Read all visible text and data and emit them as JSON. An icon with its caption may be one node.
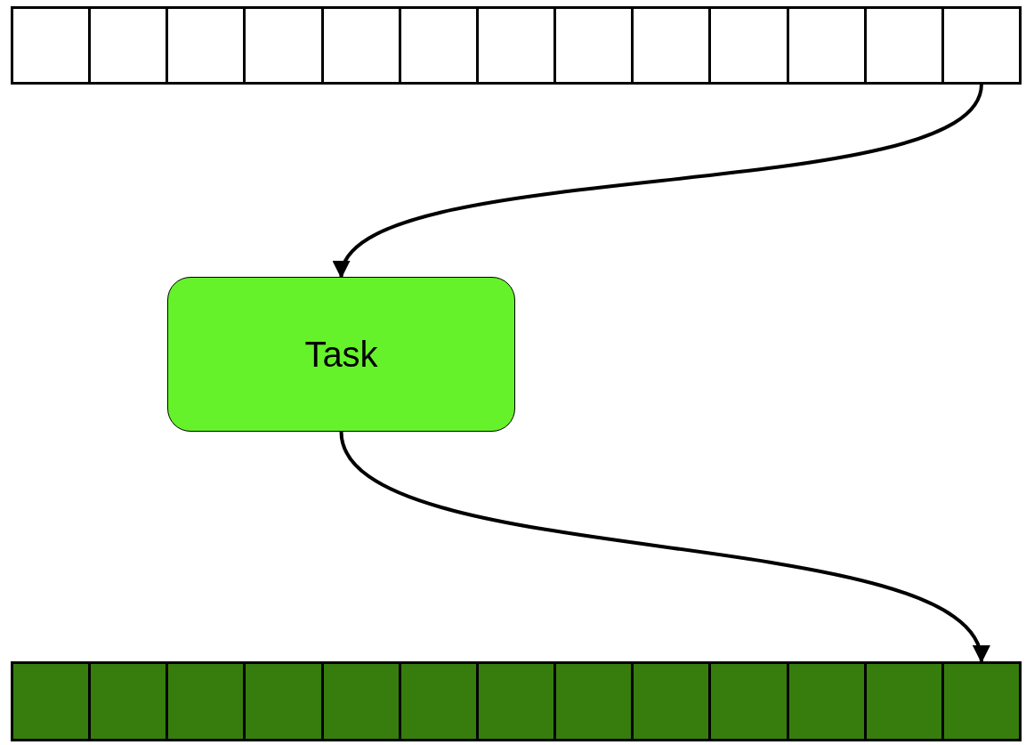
{
  "diagram": {
    "nodes": [
      {
        "text": [],
        "shape": "box"
      },
      {
        "text": [],
        "shape": "box"
      },
      {
        "text": [],
        "shape": "box"
      },
      {
        "text": [],
        "shape": "box"
      },
      {
        "text": [],
        "shape": "box"
      },
      {
        "text": [],
        "shape": "box"
      },
      {
        "text": [],
        "shape": "box"
      },
      {
        "text": [],
        "shape": "box"
      },
      {
        "text": [],
        "shape": "box"
      },
      {
        "text": [],
        "shape": "box"
      },
      {
        "text": [],
        "shape": "box"
      },
      {
        "text": [],
        "shape": "box"
      },
      {
        "text": [],
        "shape": "box"
      },
      {
        "text": [
          "Task"
        ]
      },
      {
        "text": [],
        "shape": "box"
      },
      {
        "text": [],
        "shape": "box"
      },
      {
        "text": [],
        "shape": "box"
      },
      {
        "text": [],
        "shape": "box"
      },
      {
        "text": [],
        "shape": "box"
      },
      {
        "text": [],
        "shape": "box"
      },
      {
        "text": [],
        "shape": "box"
      },
      {
        "text": [],
        "shape": "box"
      },
      {
        "text": [],
        "shape": "box"
      },
      {
        "text": [],
        "shape": "box"
      },
      {
        "text": [],
        "shape": "box"
      },
      {
        "text": [],
        "shape": "box"
      },
      {
        "text": [],
        "shape": "box"
      }
    ],
    "edges": [
      {
        "from": 12,
        "to": 13,
        "arrow": "to"
      },
      {
        "from": 13,
        "to": 26,
        "arrow": "to"
      }
    ]
  }
}
